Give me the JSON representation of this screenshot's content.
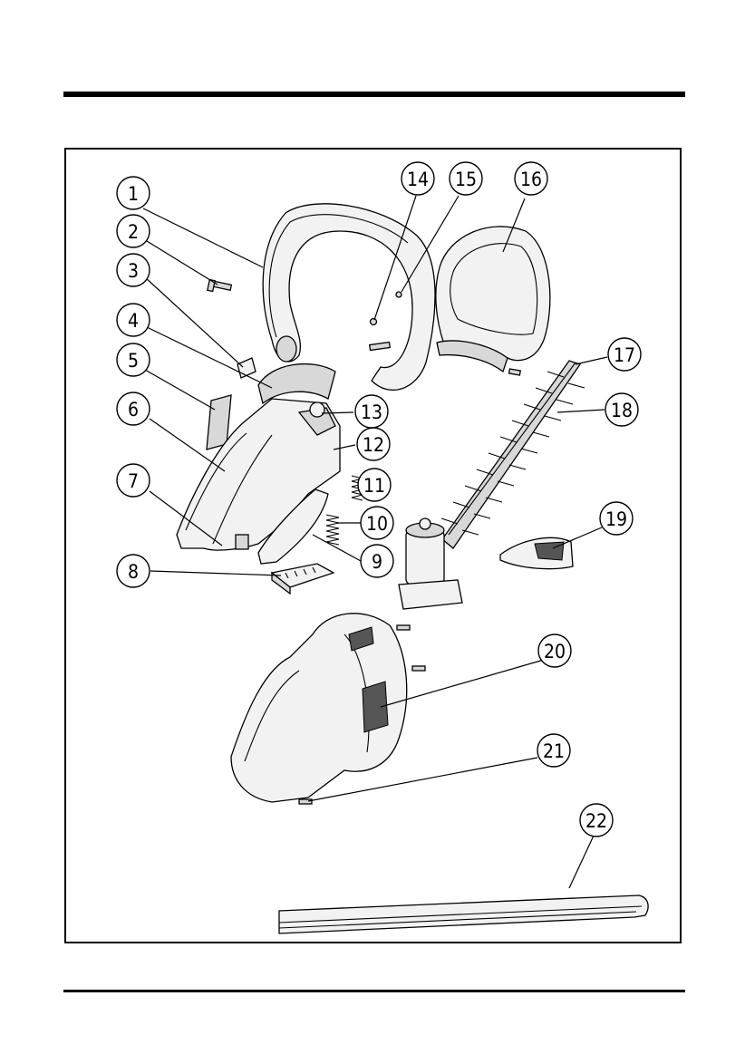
{
  "diagram": {
    "callouts": [
      {
        "id": "callout-1",
        "label": "1"
      },
      {
        "id": "callout-2",
        "label": "2"
      },
      {
        "id": "callout-3",
        "label": "3"
      },
      {
        "id": "callout-4",
        "label": "4"
      },
      {
        "id": "callout-5",
        "label": "5"
      },
      {
        "id": "callout-6",
        "label": "6"
      },
      {
        "id": "callout-7",
        "label": "7"
      },
      {
        "id": "callout-8",
        "label": "8"
      },
      {
        "id": "callout-9",
        "label": "9"
      },
      {
        "id": "callout-10",
        "label": "10"
      },
      {
        "id": "callout-11",
        "label": "11"
      },
      {
        "id": "callout-12",
        "label": "12"
      },
      {
        "id": "callout-13",
        "label": "13"
      },
      {
        "id": "callout-14",
        "label": "14"
      },
      {
        "id": "callout-15",
        "label": "15"
      },
      {
        "id": "callout-16",
        "label": "16"
      },
      {
        "id": "callout-17",
        "label": "17"
      },
      {
        "id": "callout-18",
        "label": "18"
      },
      {
        "id": "callout-19",
        "label": "19"
      },
      {
        "id": "callout-20",
        "label": "20"
      },
      {
        "id": "callout-21",
        "label": "21"
      },
      {
        "id": "callout-22",
        "label": "22"
      }
    ]
  }
}
